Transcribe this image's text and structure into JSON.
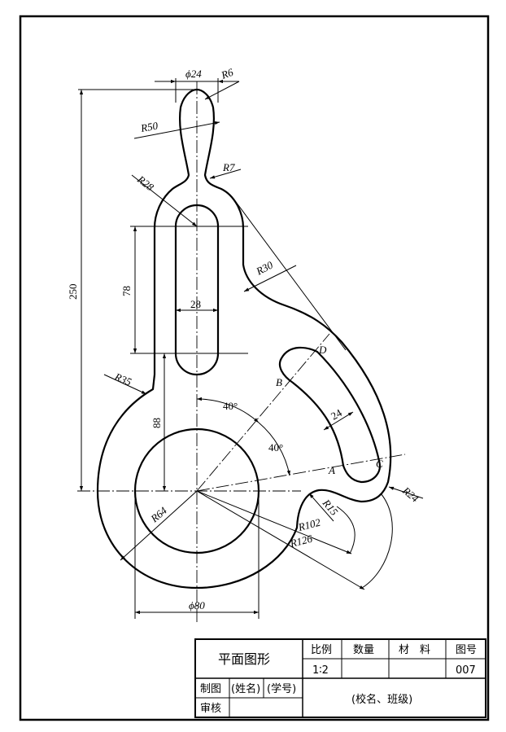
{
  "drawing": {
    "dimensions": {
      "d_tip": "ϕ24",
      "r6": "R6",
      "r50": "R50",
      "r7": "R7",
      "r28": "R28",
      "r30": "R30",
      "d250": "250",
      "d78": "78",
      "d28": "28",
      "r35": "R35",
      "d88": "88",
      "a40_upper": "40°",
      "a40_lower": "40°",
      "d24": "24",
      "r15": "R15",
      "r24": "R24",
      "r64": "R64",
      "r102": "R102",
      "r126": "R126",
      "d80": "ϕ80"
    },
    "points": {
      "a": "A",
      "b": "B",
      "c": "C",
      "d": "D"
    }
  },
  "title_block": {
    "title": "平面图形",
    "scale_label": "比例",
    "scale_value": "1∶2",
    "quantity_label": "数量",
    "material_label": "材　料",
    "drawing_no_label": "图号",
    "drawing_no_value": "007",
    "drawn_by_label": "制图",
    "name_placeholder": "(姓名)",
    "student_no_placeholder": "(学号)",
    "checked_by_label": "审核",
    "school_class": "(校名、班级)"
  }
}
